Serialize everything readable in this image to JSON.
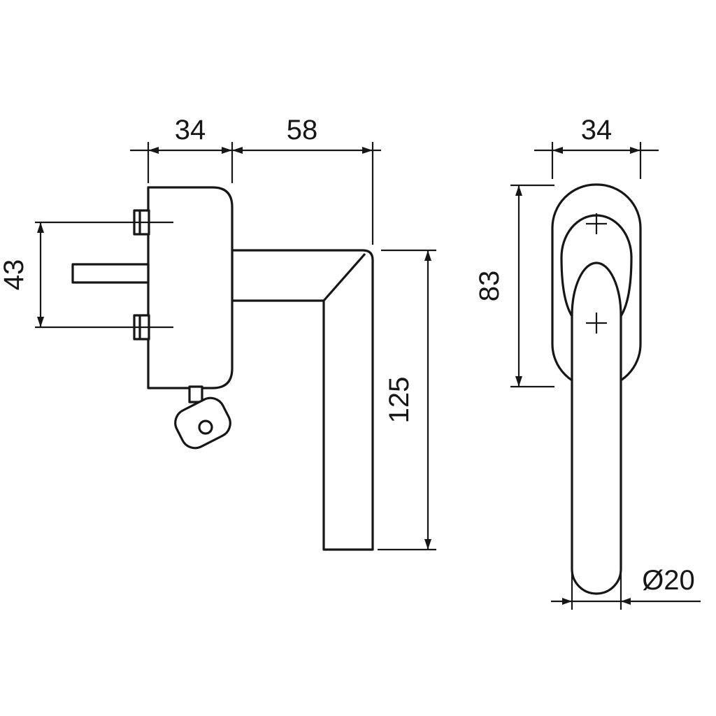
{
  "style": {
    "line_color": "#161616",
    "background": "#ffffff"
  },
  "side_view": {
    "width_label": "34",
    "reach_label": "58",
    "screw_spacing_label": "43",
    "length_label": "125"
  },
  "front_view": {
    "width_label": "34",
    "height_label": "83",
    "diameter_label": "Ø20"
  }
}
